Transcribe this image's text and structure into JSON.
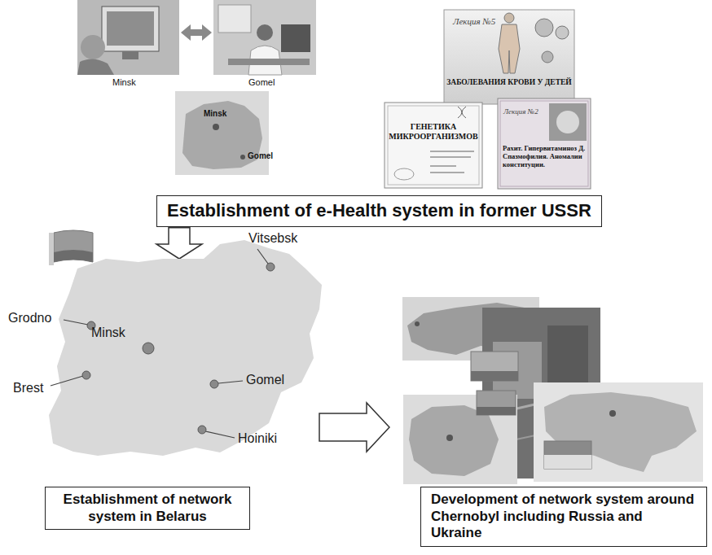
{
  "diagram": {
    "nodes": [
      {
        "text": [
          "Establishment of e-Health system in former USSR"
        ]
      },
      {
        "text": [
          "Vitsebsk",
          "Grodno",
          "Minsk",
          "Brest",
          "Gomel",
          "Hoiniki"
        ]
      },
      {
        "text": [
          "Establishment of network system in Belarus"
        ]
      },
      {
        "text": [
          "Development of network system around Chernobyl including Russia and Ukraine"
        ]
      }
    ],
    "edges": [
      {
        "from": 0,
        "to": 1,
        "arrow": "to"
      }
    ],
    "labels": [
      "Minsk",
      "Gomel",
      "Minsk",
      "Gomel",
      "Лекция №5",
      "ЗАБОЛЕВАНИЯ КРОВИ У ДЕТЕЙ",
      "ГЕНЕТИКА МИКРООРГАНИЗМОВ",
      "Лекция №2",
      "Рахит. Гипервитаминоз Д. Спазмофилия. Аномалии конституции."
    ]
  }
}
